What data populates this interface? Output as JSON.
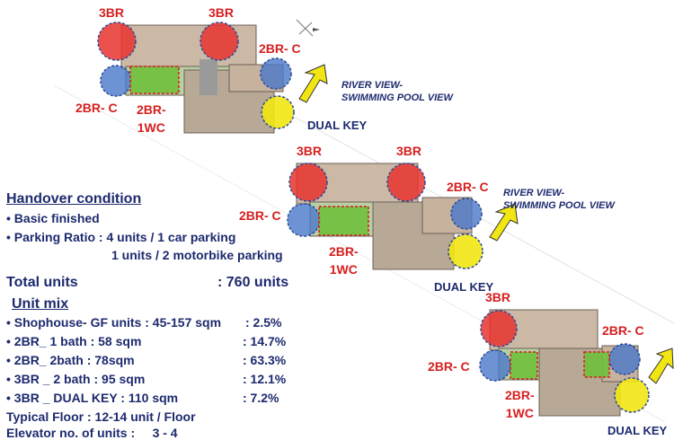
{
  "floorplans": [
    {
      "labels": [
        "3BR",
        "3BR",
        "2BR- C",
        "2BR- C",
        "2BR-\n1WC",
        "DUAL KEY"
      ],
      "view_text": "RIVER VIEW-\nSWIMMING POOL VIEW"
    },
    {
      "labels": [
        "3BR",
        "3BR",
        "2BR- C",
        "2BR- C",
        "2BR-\n1WC",
        "DUAL KEY"
      ],
      "view_text": "RIVER VIEW-\nSWIMMING POOL VIEW"
    },
    {
      "labels": [
        "3BR",
        "2BR- C",
        "2BR- C",
        "2BR-\n1WC",
        "DUAL KEY"
      ]
    }
  ],
  "handover": {
    "title": "Handover condition",
    "items": [
      "• Basic finished",
      "• Parking Ratio : 4 units / 1 car parking"
    ],
    "parking_line2": "1 units / 2 motorbike parking"
  },
  "totals": {
    "label": "Total units",
    "value": ": 760 units"
  },
  "unit_mix": {
    "title": "Unit mix",
    "rows": [
      {
        "name": "• Shophouse- GF units : 45-157 sqm",
        "pct": ": 2.5%"
      },
      {
        "name": "• 2BR_ 1 bath : 58 sqm",
        "pct": ": 14.7%"
      },
      {
        "name": "• 2BR_ 2bath : 78sqm",
        "pct": ": 63.3%"
      },
      {
        "name": "• 3BR _ 2 bath : 95 sqm",
        "pct": ": 12.1%"
      },
      {
        "name": "• 3BR _ DUAL KEY : 110 sqm",
        "pct": ": 7.2%"
      }
    ],
    "typical_floor": "Typical Floor : 12-14 unit / Floor",
    "elevator": "Elevator no. of units :     3 - 4"
  },
  "colors": {
    "red": "#e8332e",
    "blue": "#4a78c9",
    "green": "#6fbf3c",
    "yellow": "#f2e612",
    "navy": "#1d2a6e",
    "label_red": "#d61f1f"
  }
}
